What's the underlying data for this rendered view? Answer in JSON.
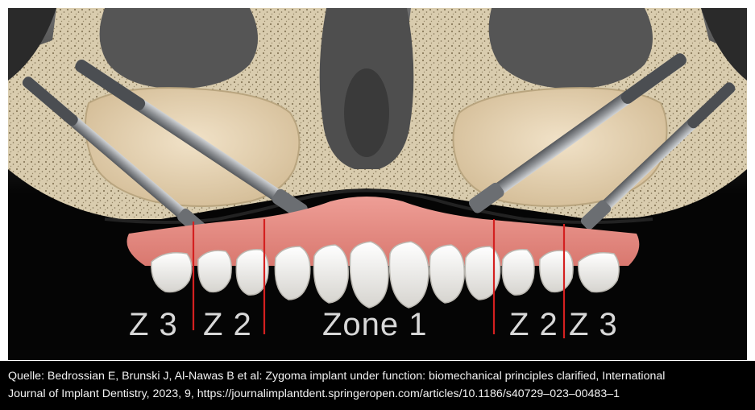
{
  "figure": {
    "zones": [
      {
        "id": "z3-left",
        "label": "Z 3"
      },
      {
        "id": "z2-left",
        "label": "Z 2"
      },
      {
        "id": "zone1",
        "label": "Zone 1"
      },
      {
        "id": "z2-right",
        "label": "Z 2"
      },
      {
        "id": "z3-right",
        "label": "Z 3"
      }
    ],
    "colors": {
      "bone": "#d9ccae",
      "sinus": "#e6d4b8",
      "gum": "#e49089",
      "tooth": "#f3f1ec",
      "implant": "#9a9da1",
      "zone_line": "#d42020",
      "background": "#050505"
    }
  },
  "caption": {
    "line1": "Quelle: Bedrossian E, Brunski J, Al-Nawas B et al: Zygoma implant under function: biomechanical principles clarified, International",
    "line2": "Journal of Implant Dentistry, 2023, 9, https://journalimplantdent.springeropen.com/articles/10.1186/s40729–023–00483–1"
  }
}
